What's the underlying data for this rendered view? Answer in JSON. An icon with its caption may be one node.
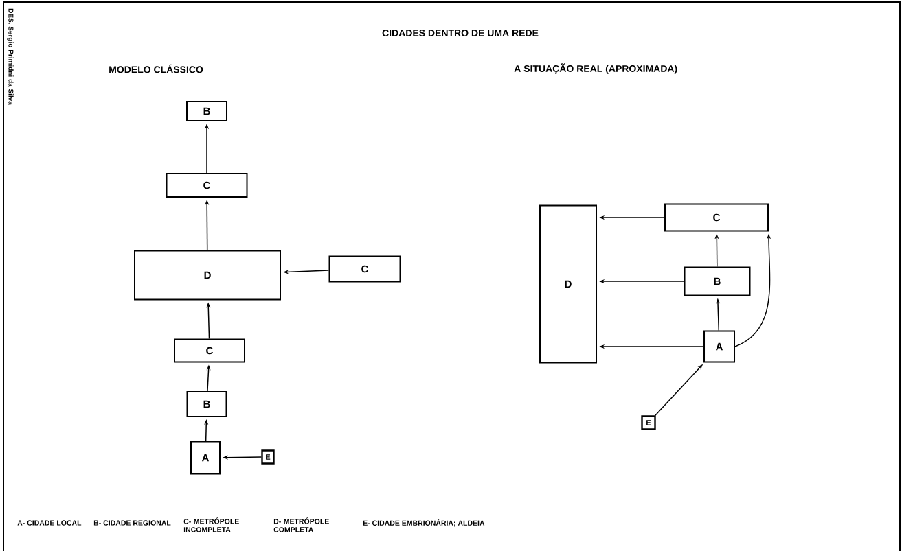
{
  "diagram": {
    "title": "CIDADES DENTRO DE UMA REDE",
    "nodes": [
      {
        "text": [
          "B"
        ]
      },
      {
        "text": [
          "C"
        ]
      },
      {
        "text": [
          "D"
        ]
      },
      {
        "text": [
          "C"
        ]
      },
      {
        "text": [
          "C"
        ]
      },
      {
        "text": [
          "B"
        ]
      },
      {
        "text": [
          "A"
        ]
      },
      {
        "text": [
          "E"
        ]
      },
      {
        "text": [
          "D"
        ]
      },
      {
        "text": [
          "C"
        ]
      },
      {
        "text": [
          "B"
        ]
      },
      {
        "text": [
          "A"
        ]
      },
      {
        "text": [
          "E"
        ]
      }
    ],
    "edges": [
      {
        "from": 6,
        "to": 5,
        "arrow": "to"
      },
      {
        "from": 5,
        "to": 4,
        "arrow": "to"
      },
      {
        "from": 4,
        "to": 2,
        "arrow": "to"
      },
      {
        "from": 2,
        "to": 1,
        "arrow": "to"
      },
      {
        "from": 1,
        "to": 0,
        "arrow": "to"
      },
      {
        "from": 3,
        "to": 2,
        "arrow": "to"
      },
      {
        "from": 7,
        "to": 6,
        "arrow": "to"
      },
      {
        "from": 9,
        "to": 8,
        "arrow": "to"
      },
      {
        "from": 10,
        "to": 8,
        "arrow": "to"
      },
      {
        "from": 11,
        "to": 8,
        "arrow": "to"
      },
      {
        "from": 10,
        "to": 9,
        "arrow": "to"
      },
      {
        "from": 11,
        "to": 10,
        "arrow": "to"
      },
      {
        "from": 11,
        "to": 9,
        "arrow": "to"
      },
      {
        "from": 12,
        "to": 11,
        "arrow": "to"
      }
    ],
    "labels": [
      "DES. Sergio Primidni da Silva",
      "MODELO CLÁSSICO",
      "A SITUAÇÃO REAL (APROXIMADA)",
      "A- CIDADE LOCAL",
      "B- CIDADE REGIONAL",
      "C- METRÓPOLE INCOMPLETA",
      "D- METRÓPOLE COMPLETA",
      "E- CIDADE EMBRIONÁRIA; ALDEIA"
    ]
  }
}
